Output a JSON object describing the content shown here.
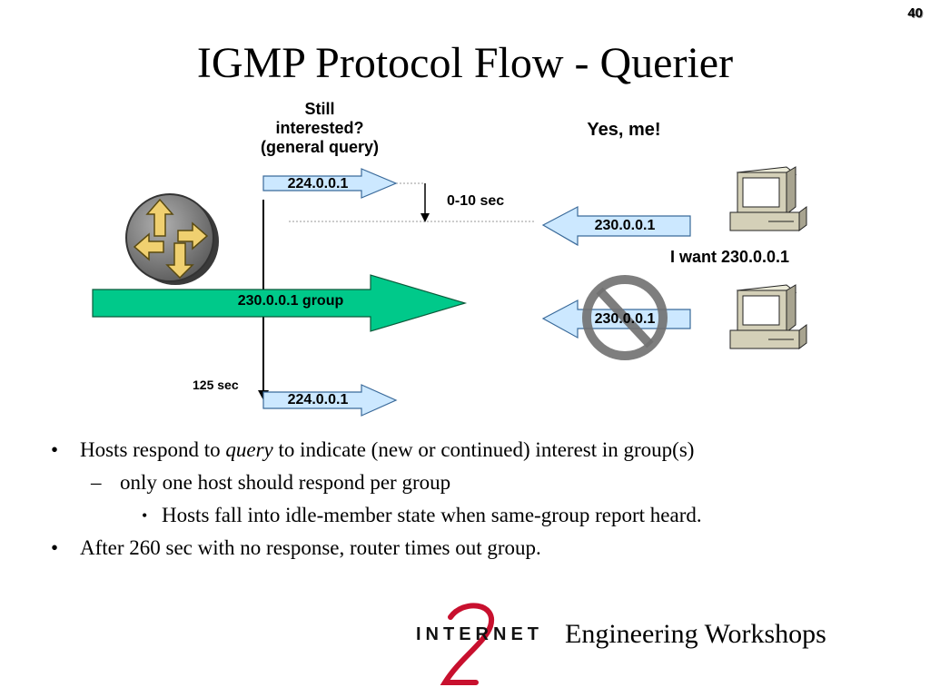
{
  "slide": {
    "number": "40",
    "title": "IGMP Protocol Flow - Querier"
  },
  "diagram": {
    "query_question_lines": [
      "Still",
      "interested?",
      "(general query)"
    ],
    "host_reply": "Yes, me!",
    "host_request": "I want 230.0.0.1",
    "delay_label": "0-10 sec",
    "query_interval_label": "125 sec",
    "query_address_top": "224.0.0.1",
    "query_address_bottom": "224.0.0.1",
    "report_address": "230.0.0.1",
    "suppressed_report_address": "230.0.0.1",
    "group_flow_label": "230.0.0.1 group",
    "colors": {
      "query_arrow_fill": "#cce8ff",
      "group_arrow_fill": "#00c98a",
      "router_fill": "#808080",
      "router_arrow": "#f0d070",
      "host_fill": "#d4d0b8",
      "prohibition": "#707070"
    },
    "icons": [
      "router-icon",
      "host-computer-icon",
      "prohibition-icon"
    ]
  },
  "bullets": [
    {
      "level": 1,
      "mark": "•",
      "before": "Hosts respond to ",
      "em": "query",
      "after": " to indicate (new or continued) interest in group(s)"
    },
    {
      "level": 2,
      "mark": "–",
      "before": "only one host should respond per group",
      "em": "",
      "after": ""
    },
    {
      "level": 3,
      "mark": "•",
      "before": "Hosts fall into idle-member state when same-group report heard.",
      "em": "",
      "after": ""
    },
    {
      "level": 1,
      "mark": "•",
      "before": "After 260 sec with no response, router times out group.",
      "em": "",
      "after": ""
    }
  ],
  "footer": {
    "logo_text": "INTERNET",
    "logo_mark": "2",
    "text": "Engineering Workshops"
  }
}
